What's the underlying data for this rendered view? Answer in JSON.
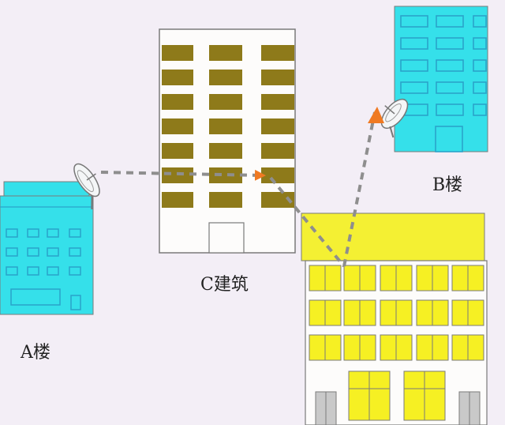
{
  "labels": {
    "building_a": "A楼",
    "building_b": "B楼",
    "building_c": "C建筑"
  },
  "colors": {
    "background": "#f3eef6",
    "cyan_building": "#35e0ea",
    "cyan_window": "#2aa3c9",
    "olive_window": "#8e7a1a",
    "yellow_building": "#f4f033",
    "yellow_window": "#f6f023",
    "path_line": "#8e8e8e",
    "arrow_orange": "#f07a22",
    "outline": "#7a7a7a"
  },
  "icons": {
    "dish_a": "satellite-dish-icon",
    "dish_b": "satellite-dish-icon"
  }
}
